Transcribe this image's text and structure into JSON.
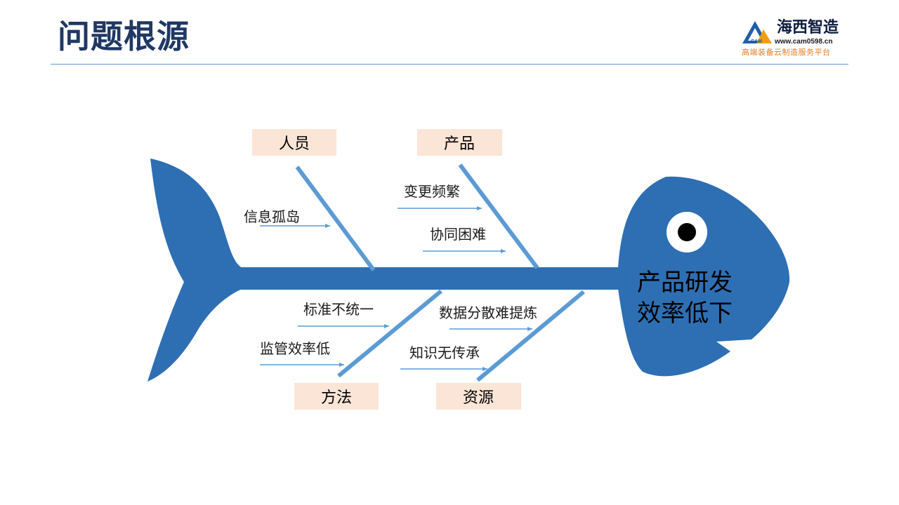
{
  "header": {
    "title": "问题根源",
    "logo": {
      "name": "海西智造",
      "url": "www.cam0598.cn",
      "tagline": "高端装备云制造服务平台",
      "badge": "CAM"
    }
  },
  "diagram": {
    "head_label_line1": "产品研发",
    "head_label_line2": "效率低下",
    "categories": {
      "people": "人员",
      "product": "产品",
      "method": "方法",
      "resource": "资源"
    },
    "causes": {
      "info_silo": "信息孤岛",
      "frequent_changes": "变更频繁",
      "collab_difficulty": "协同困难",
      "no_standard": "标准不统一",
      "weak_supervision": "监管效率低",
      "data_scattered": "数据分散难提炼",
      "knowledge_loss": "知识无传承"
    },
    "colors": {
      "fish_body": "#2e6fb3",
      "bone": "#5b9bd5",
      "category_box": "#fbe5d6",
      "title": "#1f3864",
      "accent_orange": "#e67e22"
    }
  }
}
